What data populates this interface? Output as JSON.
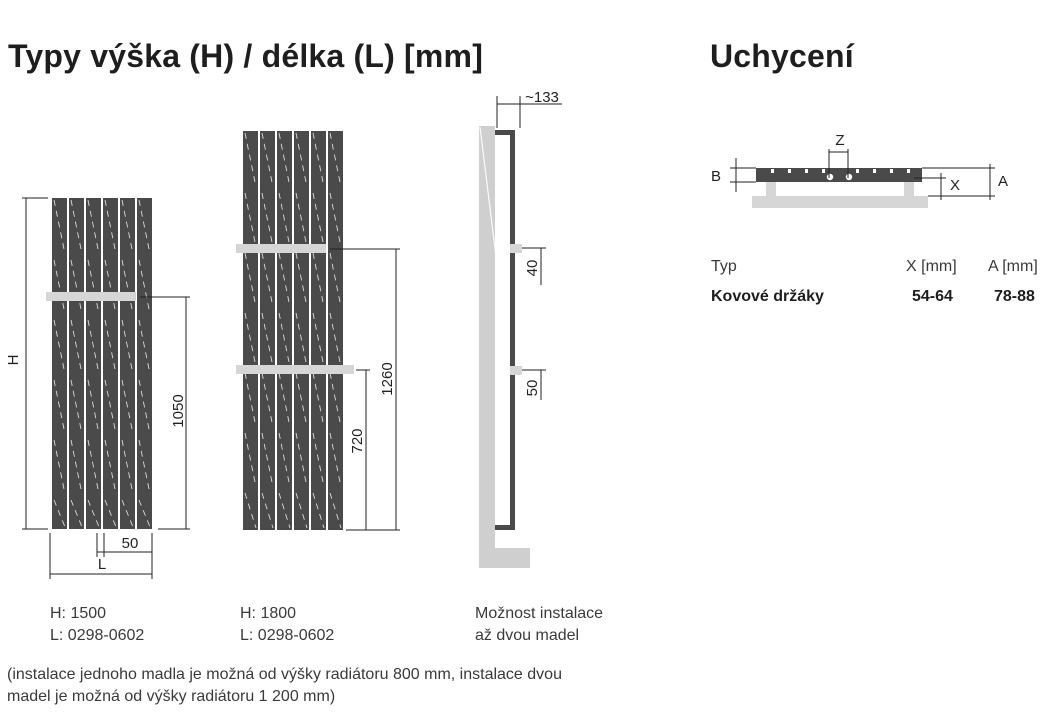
{
  "headings": {
    "types": "Typy výška (H) / délka (L) [mm]",
    "mounting": "Uchycení"
  },
  "drawing_1": {
    "height_symbol": "H",
    "length_symbol": "L",
    "handle_height": "1050",
    "spacing": "50",
    "caption_h": "H: 1500",
    "caption_l": "L: 0298-0602"
  },
  "drawing_2": {
    "handle_height_1": "720",
    "handle_height_2": "1260",
    "caption_h": "H: 1800",
    "caption_l": "L: 0298-0602"
  },
  "side_view": {
    "depth": "~133",
    "handle_dim_1": "40",
    "handle_dim_2": "50",
    "caption_1": "Možnost instalace",
    "caption_2": "až dvou madel"
  },
  "note": {
    "line_1": "(instalace jednoho madla je možná od výšky radiátoru 800 mm, instalace dvou",
    "line_2": "madel je možná od výšky radiátoru 1 200 mm)"
  },
  "mounting_drawing": {
    "label_z": "Z",
    "label_b": "B",
    "label_x": "X",
    "label_a": "A"
  },
  "mounting_table": {
    "headers": [
      "Typ",
      "X [mm]",
      "A [mm]"
    ],
    "rows": [
      [
        "Kovové držáky",
        "54-64",
        "78-88"
      ]
    ]
  },
  "colors": {
    "radiator": "#4a4a4a",
    "handle": "#d6d6d6",
    "wall": "#cfcfcf",
    "dimension_line": "#222222"
  }
}
